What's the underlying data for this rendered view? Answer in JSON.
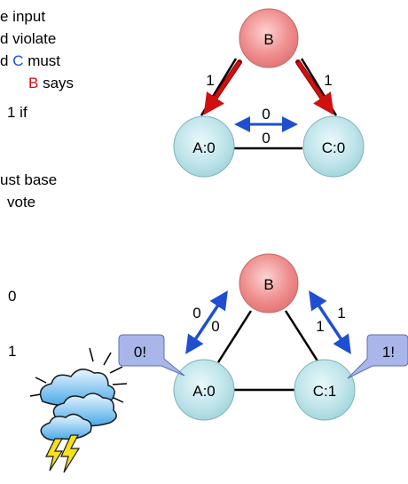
{
  "text_lines": [
    {
      "a": "e input",
      "b": "",
      "c": ""
    },
    {
      "a": "d violate",
      "b": "",
      "c": ""
    },
    {
      "a": "d ",
      "b": "C",
      "c": " must"
    },
    {
      "a": "",
      "b": "B",
      "c": " says"
    },
    {
      "a": "1 if",
      "b": "",
      "c": ""
    },
    {
      "a": "ust base",
      "b": "",
      "c": ""
    },
    {
      "a": "vote",
      "b": "",
      "c": ""
    }
  ],
  "side_numbers": [
    "0",
    "1"
  ],
  "colors": {
    "node_red": "#f08f8f",
    "node_blue": "#bfe5ea",
    "arrow_red": "#d01010",
    "arrow_blue": "#1f4fd0",
    "callout_fill": "#a9b6ea",
    "text_blue": "#1f4fd0",
    "text_red": "#d01010"
  },
  "diagram_top": {
    "nodes": {
      "b": "B",
      "a": "A:0",
      "c": "C:0"
    },
    "edge_labels": {
      "ba": "1",
      "bc": "1",
      "ac_top": "0",
      "ac_bottom": "0"
    }
  },
  "diagram_bottom": {
    "nodes": {
      "b": "B",
      "a": "A:0",
      "c": "C:1"
    },
    "edge_labels": {
      "ab_outer": "0",
      "ab_inner": "0",
      "bc_outer": "1",
      "bc_inner": "1"
    },
    "callouts": {
      "left": "0!",
      "right": "1!"
    }
  },
  "icons": [
    "storm-cloud-icon"
  ]
}
